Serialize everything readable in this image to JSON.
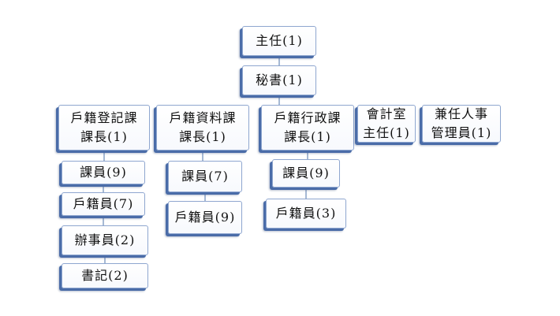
{
  "org_chart": {
    "top": {
      "lines": [
        "主任(1)"
      ]
    },
    "secretary": {
      "lines": [
        "秘書(1)"
      ]
    },
    "sections": [
      {
        "lines": [
          "戶籍登記課",
          "課長(1)"
        ],
        "staff": [
          {
            "lines": [
              "課員(9)"
            ]
          },
          {
            "lines": [
              "戶籍員(7)"
            ]
          },
          {
            "lines": [
              "辦事員(2)"
            ]
          },
          {
            "lines": [
              "書記(2)"
            ]
          }
        ]
      },
      {
        "lines": [
          "戶籍資料課",
          "課長(1)"
        ],
        "staff": [
          {
            "lines": [
              "課員(7)"
            ]
          },
          {
            "lines": [
              "戶籍員(9)"
            ]
          }
        ]
      },
      {
        "lines": [
          "戶籍行政課",
          "課長(1)"
        ],
        "staff": [
          {
            "lines": [
              "課員(9)"
            ]
          },
          {
            "lines": [
              "戶籍員(3)"
            ]
          }
        ]
      },
      {
        "lines": [
          "會計室",
          "主任(1)"
        ],
        "staff": []
      },
      {
        "lines": [
          "兼任人事",
          "管理員(1)"
        ],
        "staff": []
      }
    ],
    "colors": {
      "border": "#8ea6cf",
      "shadow": "#4a6ca8",
      "connector": "#6c8ab8"
    }
  }
}
